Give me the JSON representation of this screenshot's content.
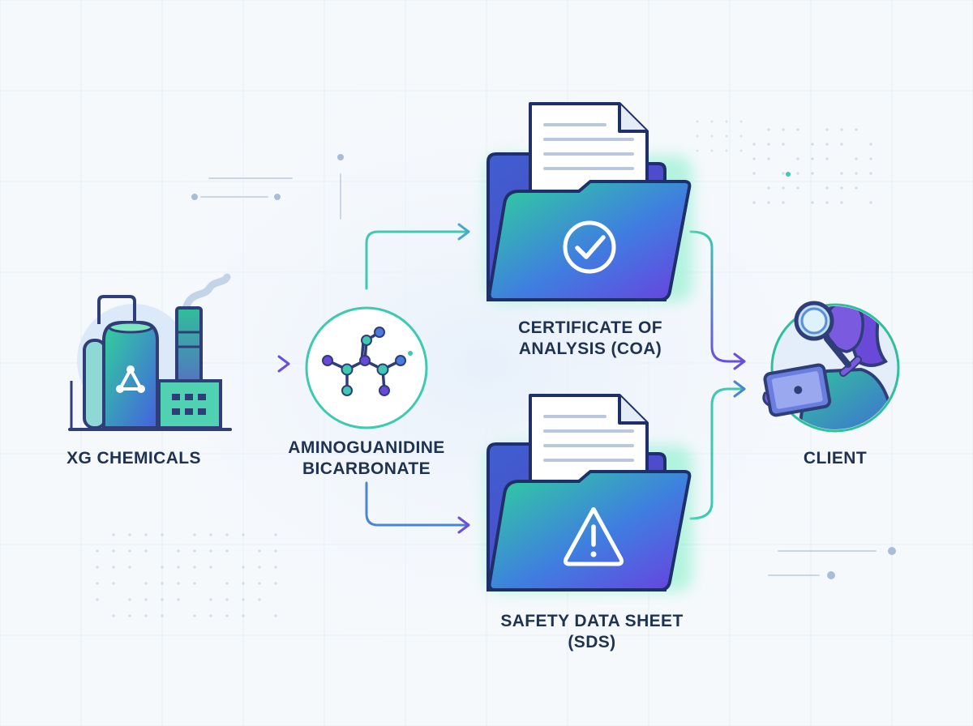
{
  "nodes": {
    "source": {
      "label": "XG CHEMICALS"
    },
    "product": {
      "label": "AMINOGUANIDINE\nBICARBONATE"
    },
    "coa": {
      "label": "CERTIFICATE OF\nANALYSIS (COA)"
    },
    "sds": {
      "label": "SAFETY DATA SHEET\n(SDS)"
    },
    "client": {
      "label": "CLIENT"
    }
  },
  "icons": {
    "source": "factory-icon",
    "product": "molecule-icon",
    "coa": "folder-checkmark-icon",
    "sds": "folder-warning-icon",
    "client": "person-magnifier-tablet-icon"
  },
  "colors": {
    "text": "#1f3250",
    "flow_start": "#3ec9b0",
    "flow_end": "#6a4fd8",
    "folder_start": "#2fd39a",
    "folder_end": "#6a3fe0",
    "glow": "#7cf0c6"
  }
}
